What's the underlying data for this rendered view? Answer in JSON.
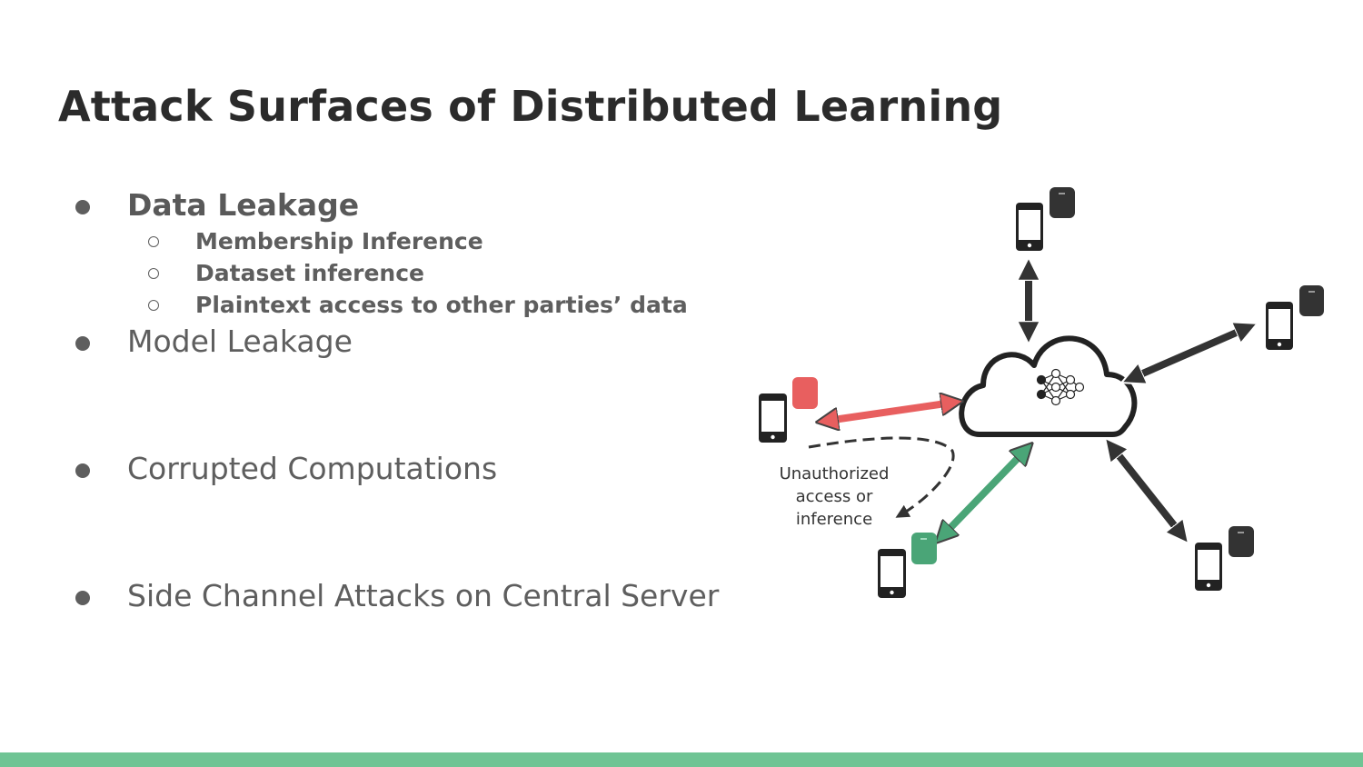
{
  "slide": {
    "title": "Attack Surfaces of Distributed Learning"
  },
  "bullets": [
    {
      "text": "Data Leakage",
      "sub": [
        "Membership Inference",
        "Dataset inference",
        "Plaintext access to other parties’ data"
      ]
    },
    {
      "text": "Model Leakage"
    },
    {
      "text": "Corrupted Computations"
    },
    {
      "text": "Side Channel Attacks on Central Server"
    }
  ],
  "diagram": {
    "annotation_lines": [
      "Unauthorized",
      "access or",
      "inference"
    ],
    "colors": {
      "dark": "#333333",
      "attacker": "#e85f5f",
      "victim": "#4aa577",
      "footer": "#6fc494"
    }
  }
}
